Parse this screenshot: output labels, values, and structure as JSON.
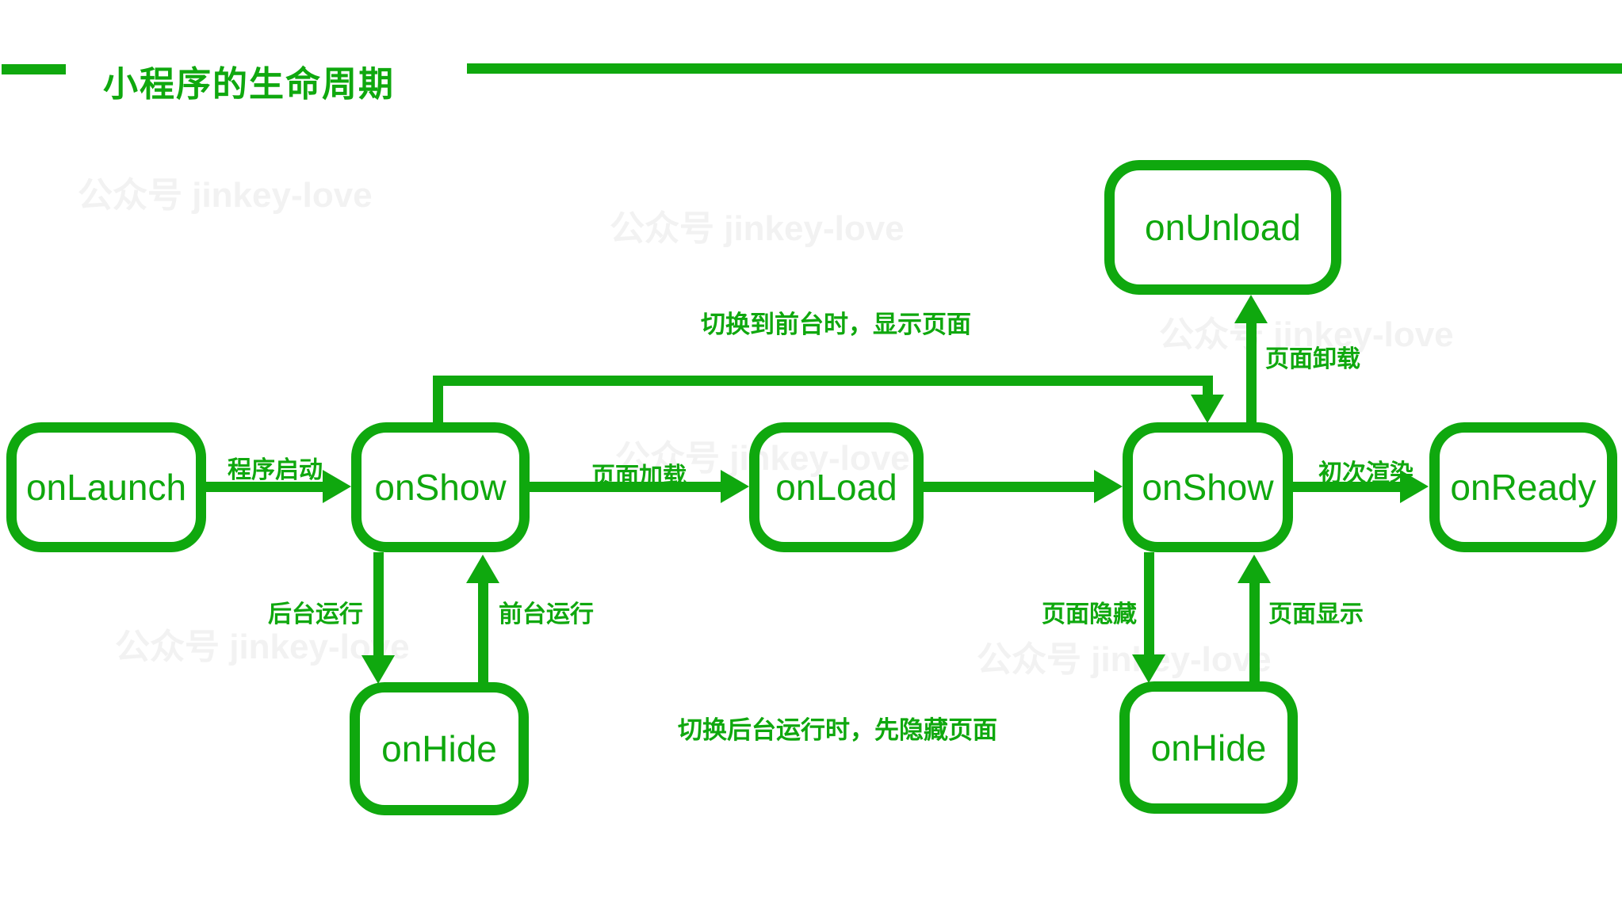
{
  "title": "小程序的生命周期",
  "watermark": {
    "text": "公众号 jinkey-love"
  },
  "colors": {
    "green": "#0fa80e",
    "watermark": "#f2f2f2"
  },
  "nodes": {
    "onlaunch": "onLaunch",
    "onshow1": "onShow",
    "onload": "onLoad",
    "onshow2": "onShow",
    "onready": "onReady",
    "onunload": "onUnload",
    "onhide_left": "onHide",
    "onhide_right": "onHide"
  },
  "edge_labels": {
    "launch": "程序启动",
    "load": "页面加载",
    "ready": "初次渲染",
    "unload": "页面卸载",
    "background": "后台运行",
    "foreground": "前台运行",
    "hide": "页面隐藏",
    "show": "页面显示"
  },
  "annotations": {
    "to_foreground": "切换到前台时，显示页面",
    "to_background": "切换后台运行时，先隐藏页面"
  }
}
